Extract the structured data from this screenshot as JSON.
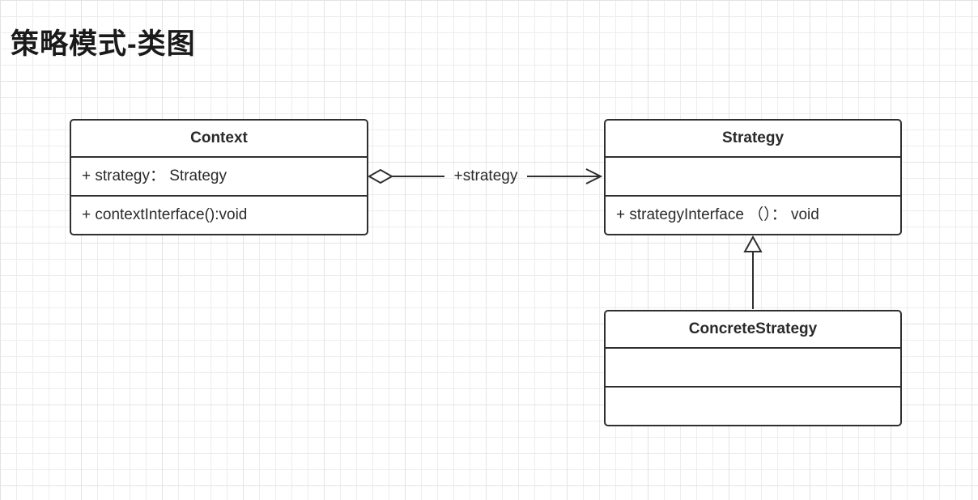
{
  "title": "策略模式-类图",
  "classes": {
    "context": {
      "name": "Context",
      "attributes": [
        "+ strategy： Strategy"
      ],
      "methods": [
        "+ contextInterface():void"
      ]
    },
    "strategy": {
      "name": "Strategy",
      "attributes": [
        ""
      ],
      "methods": [
        "+ strategyInterface （）： void"
      ]
    },
    "concreteStrategy": {
      "name": "ConcreteStrategy",
      "attributes": [
        ""
      ],
      "methods": [
        ""
      ]
    }
  },
  "connectors": {
    "aggregation": {
      "type": "aggregation",
      "from": "Context",
      "to": "Strategy",
      "label": "+strategy"
    },
    "inheritance": {
      "type": "inheritance",
      "from": "ConcreteStrategy",
      "to": "Strategy",
      "label": ""
    }
  },
  "colors": {
    "stroke": "#2f2f2f",
    "shape_fill": "#ffffff",
    "grid_minor": "#ededed",
    "grid_major": "#e3e3e3",
    "text": "#2a2a2a"
  }
}
